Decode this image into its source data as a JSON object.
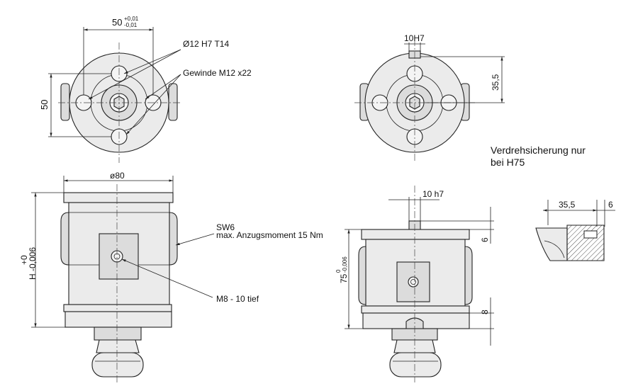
{
  "labels": {
    "top_left_width": "50",
    "tol_plus": "+0,01",
    "tol_minus": "-0,01",
    "bore_callout": "Ø12 H7 T14",
    "thread_callout": "Gewinde M12 x22",
    "top_left_height": "50",
    "keyway_top": "10H7",
    "keyway_offset_top": "35,5",
    "note_line1": "Verdrehsicherung nur",
    "note_line2": "bei  H75",
    "diameter_80": "ø80",
    "sw6_line1": "SW6",
    "sw6_line2": "max. Anzugsmoment 15 Nm",
    "height_plus": "+0",
    "height_minus": "H -0,006",
    "m8_callout": "M8 - 10 tief",
    "keyway_side": "10 h7",
    "dim_6_side": "6",
    "dim_75_base": "75",
    "dim_75_tol_top": "0",
    "dim_75_tol_bottom": "-0,006",
    "dim_8_side": "8",
    "detail_35_5": "35,5",
    "detail_6": "6"
  }
}
